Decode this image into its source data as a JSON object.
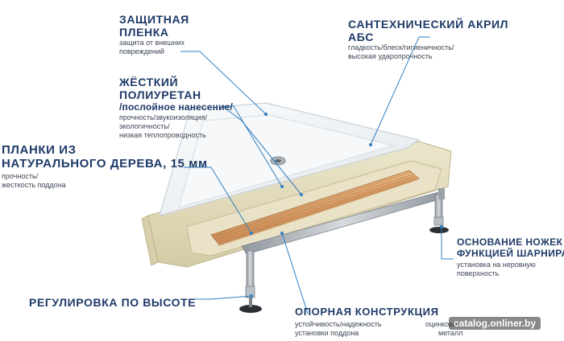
{
  "colors": {
    "title": "#1e3a68",
    "text": "#3c4654",
    "leader": "#2f7fc2",
    "acrylic": "#eef2f4",
    "foam": "#e4ddc0",
    "wood": "#d9a26c",
    "frame": "#b9bfc5"
  },
  "labels": {
    "film": {
      "title": [
        "ЗАЩИТНАЯ",
        "ПЛЕНКА"
      ],
      "desc": [
        "защита от внешних",
        "повреждений"
      ]
    },
    "acryl": {
      "title": [
        "САНТЕХНИЧЕСКИЙ АКРИЛ",
        "АБС"
      ],
      "desc": [
        "гладкость/блеск/гигиеничность/",
        "высокая ударопрочность"
      ]
    },
    "pu": {
      "title": [
        "ЖЁСТКИЙ",
        "ПОЛИУРЕТАН"
      ],
      "subtitle": "/послойное нанесение/",
      "desc": [
        "прочность/звукоизоляция/",
        "экологичность/",
        "низкая теплопроводность"
      ]
    },
    "wood": {
      "title": [
        "ПЛАНКИ ИЗ",
        "НАТУРАЛЬНОГО ДЕРЕВА, 15 мм"
      ],
      "desc": [
        "прочность/",
        "жесткость поддона"
      ]
    },
    "legs": {
      "title": [
        "ОСНОВАНИЕ НОЖЕК С",
        "ФУНКЦИЕЙ ШАРНИРА"
      ],
      "desc": [
        "установка на неровную",
        "поверхность"
      ]
    },
    "height": {
      "title": "РЕГУЛИРОВКА ПО ВЫСОТЕ"
    },
    "frame": {
      "title": "ОПОРНАЯ КОНСТРУКЦИЯ",
      "desc": [
        "устойчивость/надежность",
        "установки поддона"
      ],
      "extra": [
        "оцинкова",
        "металл"
      ]
    }
  },
  "watermark": "catalog.onliner.by"
}
